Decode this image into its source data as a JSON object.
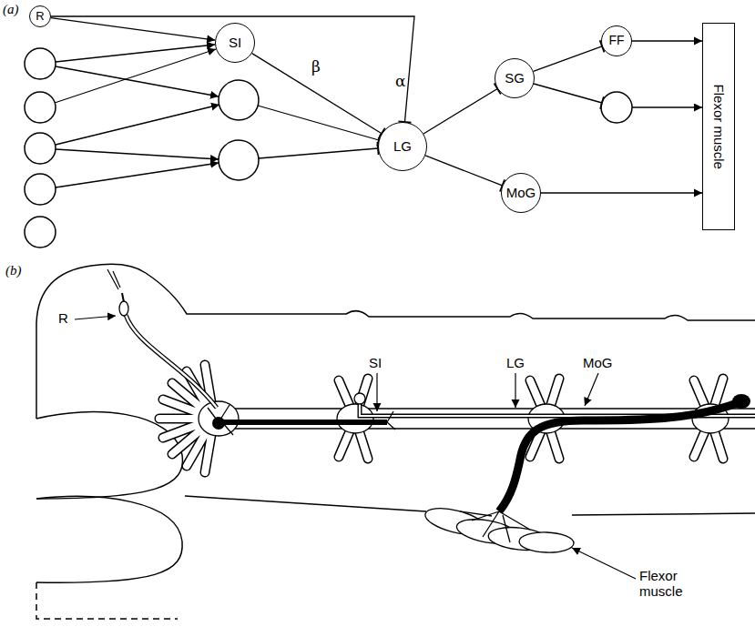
{
  "diagram": {
    "nodes": [
      {
        "text": [
          "R"
        ]
      },
      {
        "text": [
          "SI"
        ]
      },
      {
        "text": [
          "LG"
        ]
      },
      {
        "text": [
          "SG"
        ]
      },
      {
        "text": [
          "FF"
        ]
      },
      {
        "text": [
          "MoG"
        ]
      },
      {
        "text": [
          "Flexor muscle"
        ]
      }
    ],
    "edges": [
      {
        "from": 0,
        "to": 1,
        "arrow": "to"
      },
      {
        "from": 0,
        "to": 2,
        "label": "α",
        "arrow": "to"
      },
      {
        "from": 1,
        "to": 2,
        "label": "β",
        "arrow": "to"
      },
      {
        "from": 2,
        "to": 3,
        "arrow": "to"
      },
      {
        "from": 2,
        "to": 5,
        "arrow": "to"
      },
      {
        "from": 3,
        "to": 4,
        "arrow": "to"
      },
      {
        "from": 4,
        "to": 6,
        "arrow": "to"
      },
      {
        "from": 5,
        "to": 6,
        "arrow": "to"
      }
    ],
    "labels": [
      "(a)",
      "(b)",
      "R",
      "SI",
      "LG",
      "MoG",
      "Flexor muscle"
    ]
  }
}
